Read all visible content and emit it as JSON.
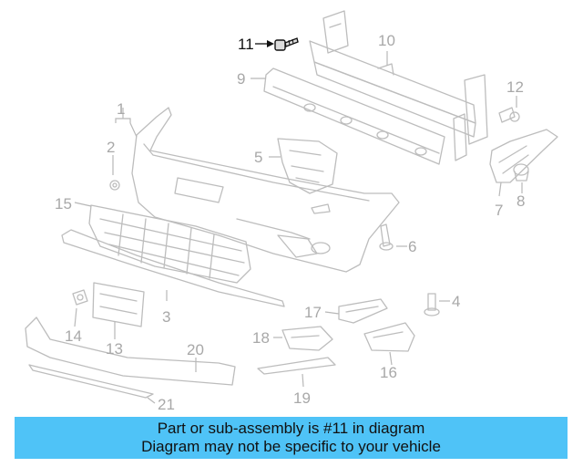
{
  "callouts": [
    "1",
    "2",
    "3",
    "4",
    "5",
    "6",
    "7",
    "8",
    "9",
    "10",
    "11",
    "12",
    "13",
    "14",
    "15",
    "16",
    "17",
    "18",
    "19",
    "20",
    "21"
  ],
  "highlighted_callout": "11",
  "banner": {
    "line1": "Part or sub-assembly is #11 in diagram",
    "line2": "Diagram may not be specific to your vehicle"
  },
  "colors": {
    "banner": "#4fc3f7",
    "part_lines": "#bdbdbd",
    "highlight": "#111111"
  }
}
